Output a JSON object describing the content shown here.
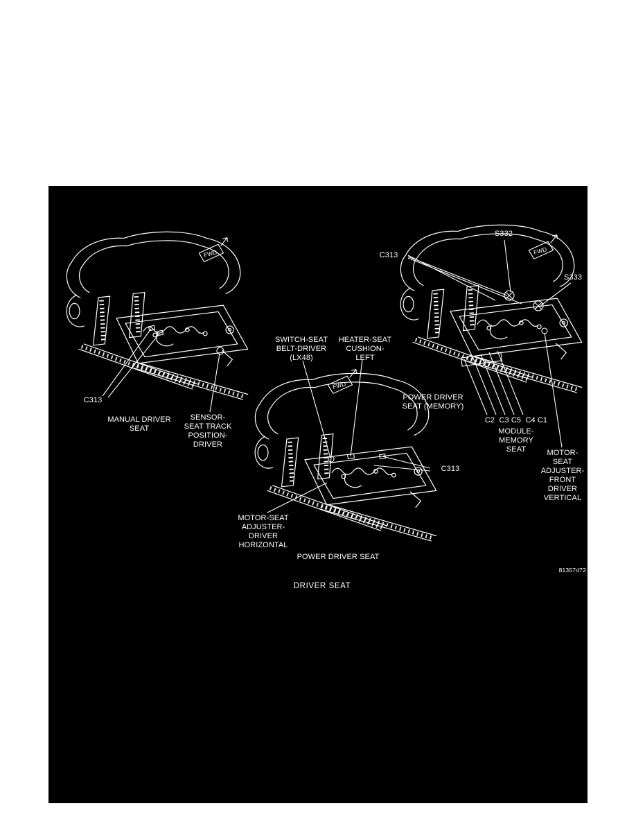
{
  "diagram": {
    "caption": "DRIVER SEAT",
    "figure_number": "81357d72",
    "fwd_marker": "FWD",
    "accent_color": "#ffffff",
    "background_color": "#000000",
    "left_seat": {
      "connector": "C313",
      "title": "MANUAL DRIVER\nSEAT",
      "sensor_label": "SENSOR-\nSEAT TRACK\nPOSITION-\nDRIVER"
    },
    "center_seat": {
      "switch_label": "SWITCH-SEAT\nBELT-DRIVER\n(LX48)",
      "heater_label": "HEATER-SEAT\nCUSHION-\nLEFT",
      "connector": "C313",
      "motor_label": "MOTOR-SEAT\nADJUSTER-\nDRIVER\nHORIZONTAL",
      "title": "POWER DRIVER SEAT"
    },
    "right_seat": {
      "splice_1": "S332",
      "connector": "C313",
      "splice_2": "S333",
      "title": "POWER DRIVER\nSEAT (MEMORY)",
      "module_connectors": "C2  C3 C5  C4 C1",
      "module_label": "MODULE-\nMEMORY\nSEAT",
      "motor_label": "MOTOR-\nSEAT\nADJUSTER-\nFRONT\nDRIVER\nVERTICAL"
    }
  }
}
